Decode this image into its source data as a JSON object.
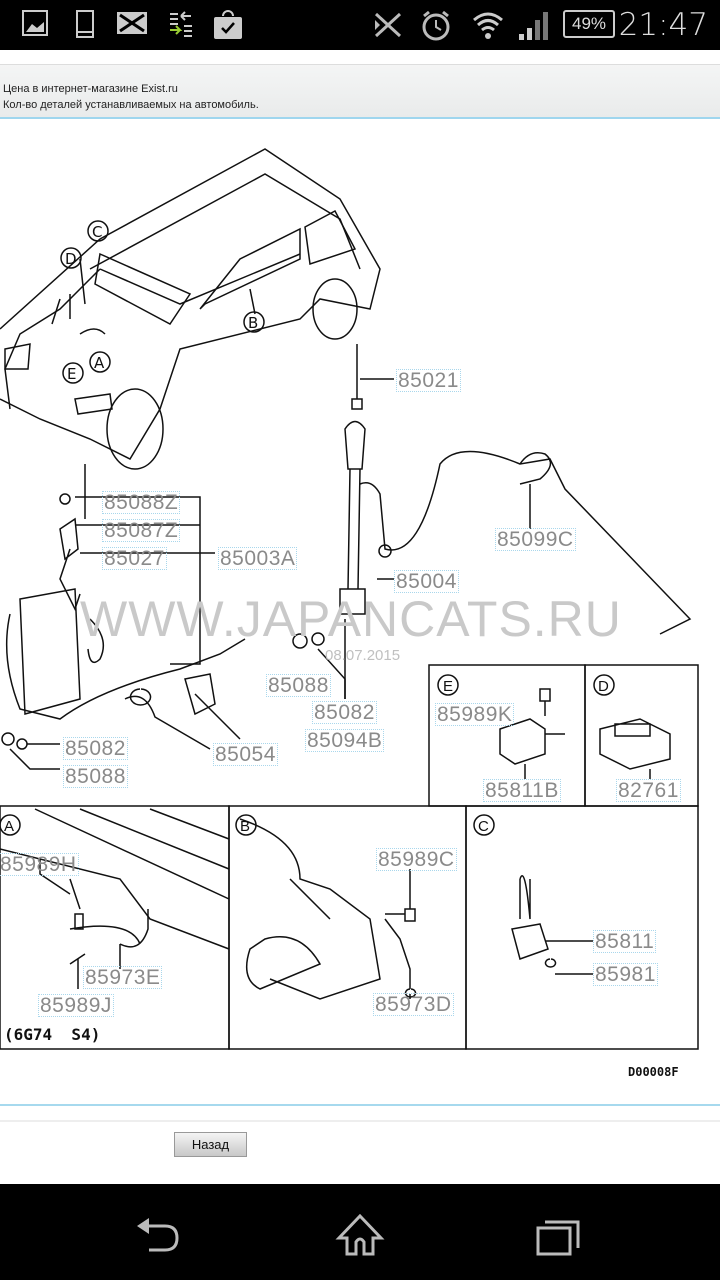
{
  "status_bar": {
    "time": "21:47",
    "battery": "49%",
    "icons": [
      "gallery-icon",
      "phone-icon",
      "mail-icon",
      "data-transfer-icon",
      "shopping-bag-icon",
      "bluetooth-off-icon",
      "alarm-icon",
      "wifi-icon",
      "signal-icon",
      "battery-icon"
    ]
  },
  "info": {
    "line1": "Цена в интернет-магазине Exist.ru",
    "line2": "Кол-во деталей устанавливаемых на автомобиль."
  },
  "diagram": {
    "watermark": "WWW.JAPANCATS.RU",
    "date": "08.07.2015",
    "code": "D00008F",
    "engine_note": "(6G74  S4)",
    "callouts": [
      "A",
      "B",
      "C",
      "D",
      "E"
    ],
    "parts": {
      "p85021": "85021",
      "p85088Z": "85088Z",
      "p85087Z": "85087Z",
      "p85027": "85027",
      "p85003A": "85003A",
      "p85004": "85004",
      "p85099C": "85099C",
      "p85088a": "85088",
      "p85082a": "85082",
      "p85094B": "85094B",
      "p85054": "85054",
      "p85082b": "85082",
      "p85088b": "85088",
      "p85989K": "85989K",
      "p85811B": "85811B",
      "p82761": "82761",
      "p85989H": "85989H",
      "p85973E": "85973E",
      "p85989J": "85989J",
      "p85989C": "85989C",
      "p85973D": "85973D",
      "p85811": "85811",
      "p85981": "85981"
    }
  },
  "back_button": "Назад",
  "nav": [
    "back-icon",
    "home-icon",
    "recent-apps-icon"
  ]
}
